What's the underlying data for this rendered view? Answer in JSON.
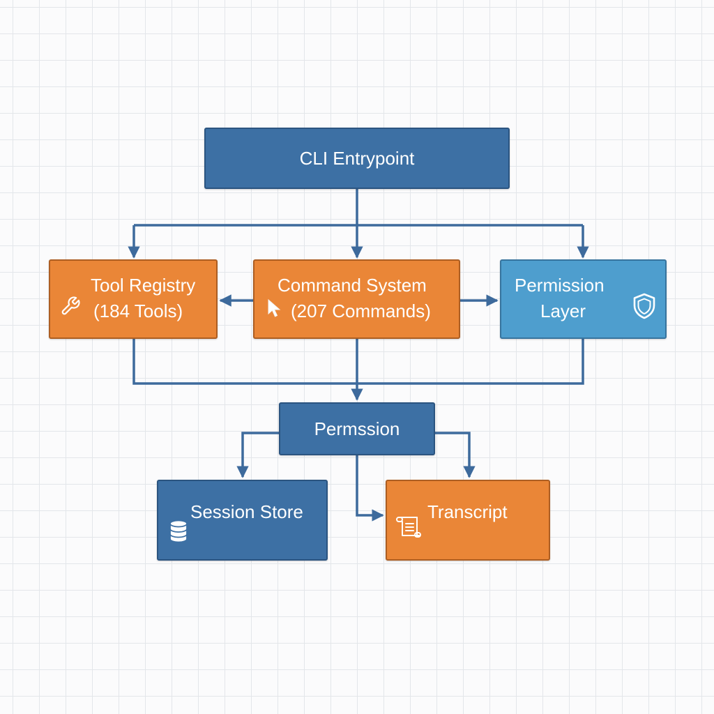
{
  "colors": {
    "blue": "#3d70a4",
    "orange": "#ea8637",
    "light_blue": "#4e9ece",
    "connector": "#3d6a9c",
    "grid_background": "#fbfbfc"
  },
  "nodes": {
    "cli_entrypoint": {
      "label": "CLI Entrypoint"
    },
    "tool_registry": {
      "line1": "Tool Registry",
      "line2": "(184 Tools)",
      "icon": "wrench-icon"
    },
    "command_system": {
      "line1": "Command System",
      "line2": "(207 Commands)",
      "icon": "cursor-icon"
    },
    "permission_layer": {
      "line1": "Permission",
      "line2": "Layer",
      "icon": "shield-icon"
    },
    "permission_hub": {
      "label": "Permssion"
    },
    "session_store": {
      "label": "Session Store",
      "icon": "database-icon"
    },
    "transcript": {
      "label": "Transcript",
      "icon": "scroll-icon"
    }
  },
  "edges": [
    {
      "from": "CLI Entrypoint",
      "to": "Tool Registry"
    },
    {
      "from": "CLI Entrypoint",
      "to": "Command System"
    },
    {
      "from": "CLI Entrypoint",
      "to": "Permission Layer"
    },
    {
      "from": "Command System",
      "to": "Tool Registry"
    },
    {
      "from": "Command System",
      "to": "Permission Layer"
    },
    {
      "from": "Tool Registry",
      "to": "Permssion"
    },
    {
      "from": "Command System",
      "to": "Permssion"
    },
    {
      "from": "Permission Layer",
      "to": "Permssion"
    },
    {
      "from": "Permssion",
      "to": "Session Store"
    },
    {
      "from": "Permssion",
      "to": "Transcript"
    }
  ]
}
